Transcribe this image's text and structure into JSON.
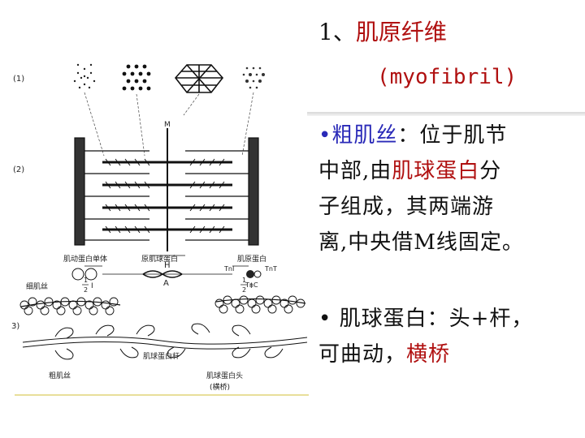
{
  "title": {
    "number": "1、",
    "main": "肌原纤维",
    "sub": "(myofibril)"
  },
  "paragraph1": {
    "bullet": "•",
    "term": "粗肌丝",
    "colon": "：",
    "line1_rest": "位于肌节",
    "line2_a": "中部,由",
    "line2_term": "肌球蛋白",
    "line2_b": "分",
    "line3": "子组成，其两端游",
    "line4": "离,中央借M线固定。"
  },
  "paragraph2": {
    "bullet": "•",
    "text1": "肌球蛋白：头+杆，",
    "text2": "可曲动，",
    "term": "横桥"
  },
  "figure": {
    "panel1_label": "(1)",
    "panel2_label": "(2)",
    "panel3_label": "3)",
    "m_label": "M",
    "h_label": "H",
    "a_label": "A",
    "half_i_left_top": "1",
    "half_i_left_bottom": "2",
    "half_i_left_i": "I",
    "half_i_right_top": "1",
    "half_i_right_bottom": "2",
    "half_i_right_i": "I",
    "actin_monomer": "肌动蛋白单体",
    "tropomyosin": "原肌球蛋白",
    "troponin": "肌原蛋白",
    "tni": "TnI",
    "tnt": "TnT",
    "tnc": "TnC",
    "thin_filament": "细肌丝",
    "myosin_rod": "肌球蛋白杆",
    "thick_filament": "粗肌丝",
    "myosin_head": "肌球蛋白头",
    "cross_bridge": "(横桥)"
  }
}
